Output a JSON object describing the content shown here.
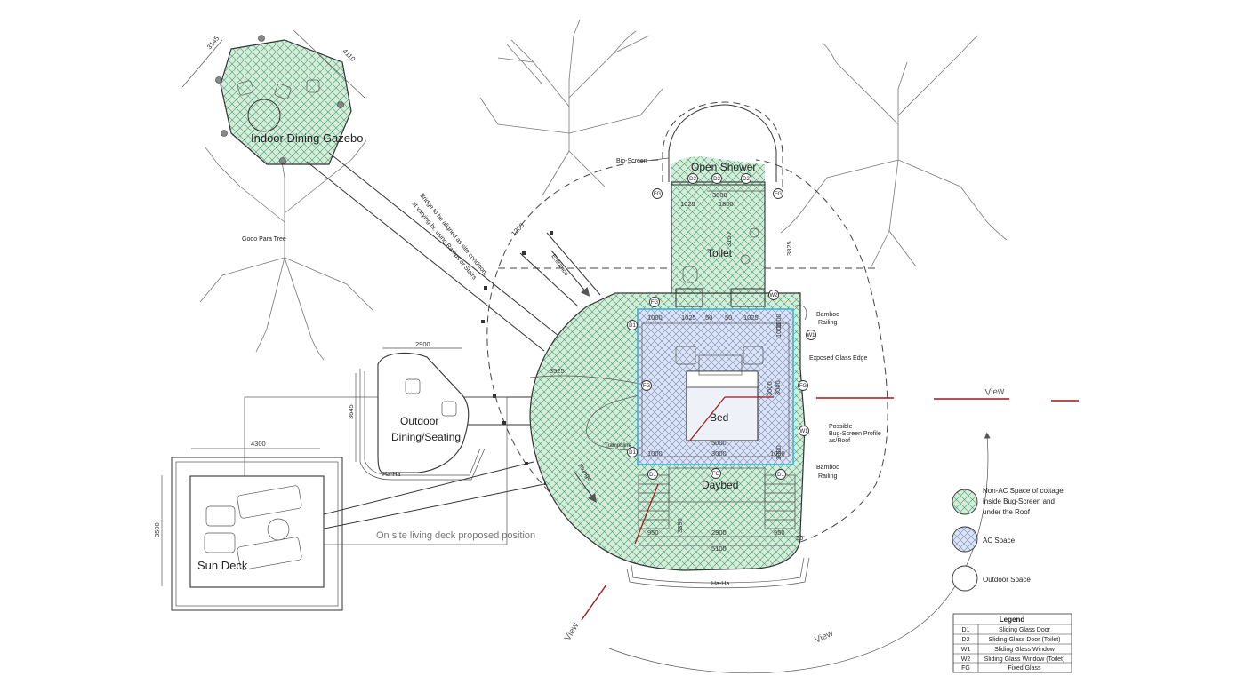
{
  "colors": {
    "non_ac_fill": "#d6ecdd",
    "non_ac_hatch": "#3f9d62",
    "ac_fill": "#dde4f2",
    "ac_hatch": "#6f86c4",
    "view_line": "#a01818",
    "glass_edge": "#36b8d8"
  },
  "spaces": {
    "gazebo": "Indoor Dining Gazebo",
    "shower": "Open Shower",
    "toilet": "Toilet",
    "bed": "Bed",
    "daybed": "Daybed",
    "outdoor_dining_1": "Outdoor",
    "outdoor_dining_2": "Dining/Seating",
    "sun_deck": "Sun Deck"
  },
  "notes": {
    "bridge_1": "Bridge to be aligned as site condition,",
    "bridge_2": "at varying ht. using Ramps or Stairs",
    "entrance": "Entrance",
    "deck_position": "On site living deck proposed position",
    "tree": "Godo Para Tree",
    "bio_screen": "Bio-Screen",
    "bamboo_railing_top_1": "Bamboo",
    "bamboo_railing_top_2": "Railing",
    "exposed_glass": "Exposed Glass Edge",
    "bug_screen_1": "Possible",
    "bug_screen_2": "Bug-Screen Profile",
    "bug_screen_3": "as/Roof",
    "bamboo_railing_bottom_1": "Bamboo",
    "bamboo_railing_bottom_2": "Railing",
    "haha_1": "Ha-Ha",
    "haha_2": "Ha-Ha",
    "trampoline": "Trampoline",
    "plunge": "Plunge",
    "view_1": "View",
    "view_2": "View",
    "view_3": "View"
  },
  "dimensions": {
    "gazebo_a": "3145",
    "gazebo_b": "4110",
    "outdoor_w": "2900",
    "outdoor_h": "3645",
    "sun_w": "4300",
    "sun_h": "3500",
    "entrance_w": "1200",
    "shower_w": "3000",
    "shower_a": "1025",
    "shower_b": "1800",
    "toilet_h": "3825",
    "toilet_side": "3150",
    "top_1": "1000",
    "top_2": "1025",
    "top_3": "50",
    "top_4": "50",
    "top_5": "1025",
    "top_6": "1000",
    "room_depth": "3525",
    "bed_depth": "3000",
    "bed_w": "5000",
    "bot_1": "1000",
    "bot_2": "3000",
    "bot_3": "1000",
    "daybed_1": "950",
    "daybed_2": "2900",
    "daybed_3": "950",
    "daybed_4": "50",
    "daybed_total": "5100",
    "right_1": "1000",
    "right_2": "3000",
    "right_3": "1000",
    "daybed_h": "3390"
  },
  "tags": {
    "d1": "D1",
    "d2": "D2",
    "w1": "W1",
    "w2": "W2",
    "fg": "FG"
  },
  "legend": {
    "non_ac_1": "Non-AC Space of cottage",
    "non_ac_2": "inside Bug-Screen and",
    "non_ac_3": "under the Roof",
    "ac": "AC Space",
    "outdoor": "Outdoor Space",
    "table_title": "Legend",
    "rows": [
      {
        "code": "D1",
        "desc": "Sliding Glass Door"
      },
      {
        "code": "D2",
        "desc": "Sliding Glass Door (Toilet)"
      },
      {
        "code": "W1",
        "desc": "Sliding Glass Window"
      },
      {
        "code": "W2",
        "desc": "Sliding Glass Window (Toilet)"
      },
      {
        "code": "FG",
        "desc": "Fixed Glass"
      }
    ]
  }
}
